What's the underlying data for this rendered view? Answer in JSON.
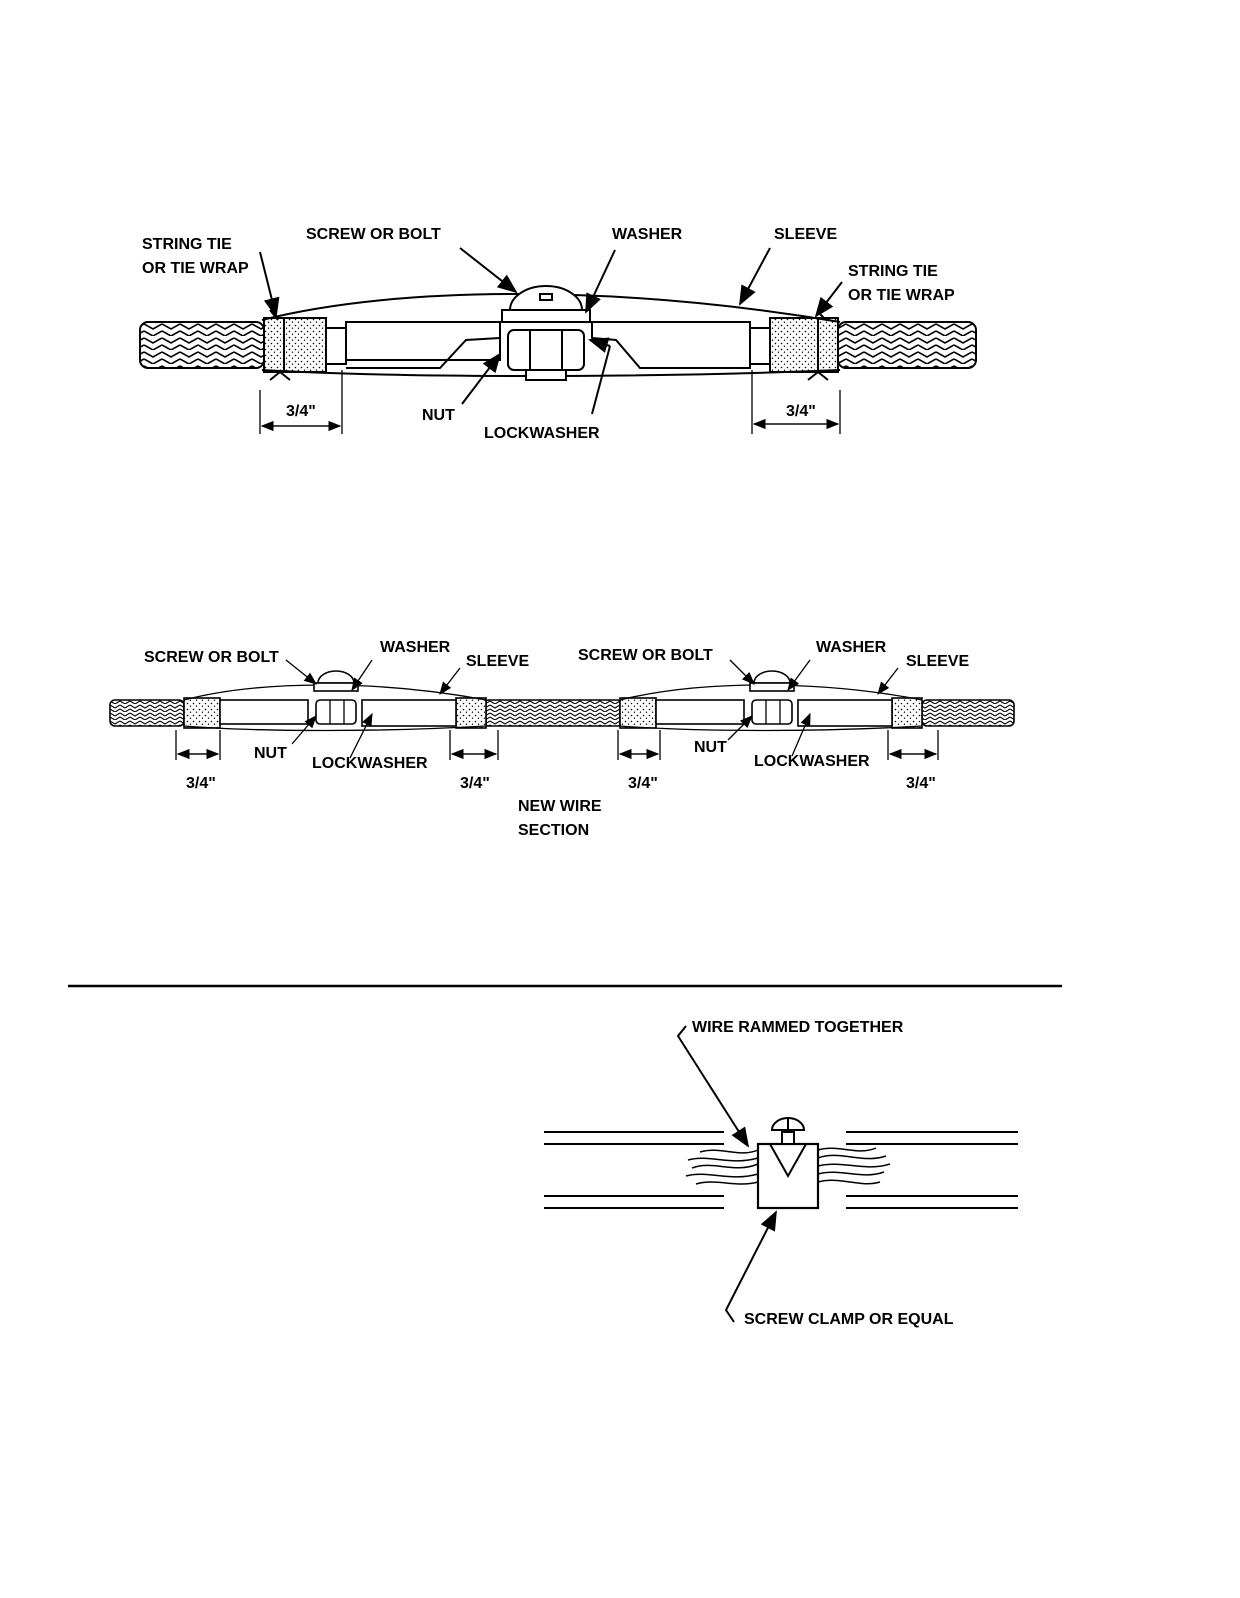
{
  "top_figure": {
    "string_tie_left": [
      "STRING TIE",
      "OR TIE WRAP"
    ],
    "screw_or_bolt": "SCREW OR BOLT",
    "washer": "WASHER",
    "sleeve": "SLEEVE",
    "string_tie_right": [
      "STRING TIE",
      "OR TIE WRAP"
    ],
    "nut": "NUT",
    "lockwasher": "LOCKWASHER",
    "dim_left": "3/4\"",
    "dim_right": "3/4\""
  },
  "middle_figure": {
    "left": {
      "screw_or_bolt": "SCREW OR BOLT",
      "washer": "WASHER",
      "sleeve": "SLEEVE",
      "nut": "NUT",
      "lockwasher": "LOCKWASHER",
      "dim_left": "3/4\"",
      "dim_right": "3/4\""
    },
    "right": {
      "screw_or_bolt": "SCREW OR BOLT",
      "washer": "WASHER",
      "sleeve": "SLEEVE",
      "nut": "NUT",
      "lockwasher": "LOCKWASHER",
      "dim_left": "3/4\"",
      "dim_right": "3/4\""
    },
    "new_wire_section": [
      "NEW WIRE",
      "SECTION"
    ]
  },
  "bottom_figure": {
    "wire_rammed_together": "WIRE RAMMED TOGETHER",
    "screw_clamp": "SCREW CLAMP OR EQUAL"
  }
}
